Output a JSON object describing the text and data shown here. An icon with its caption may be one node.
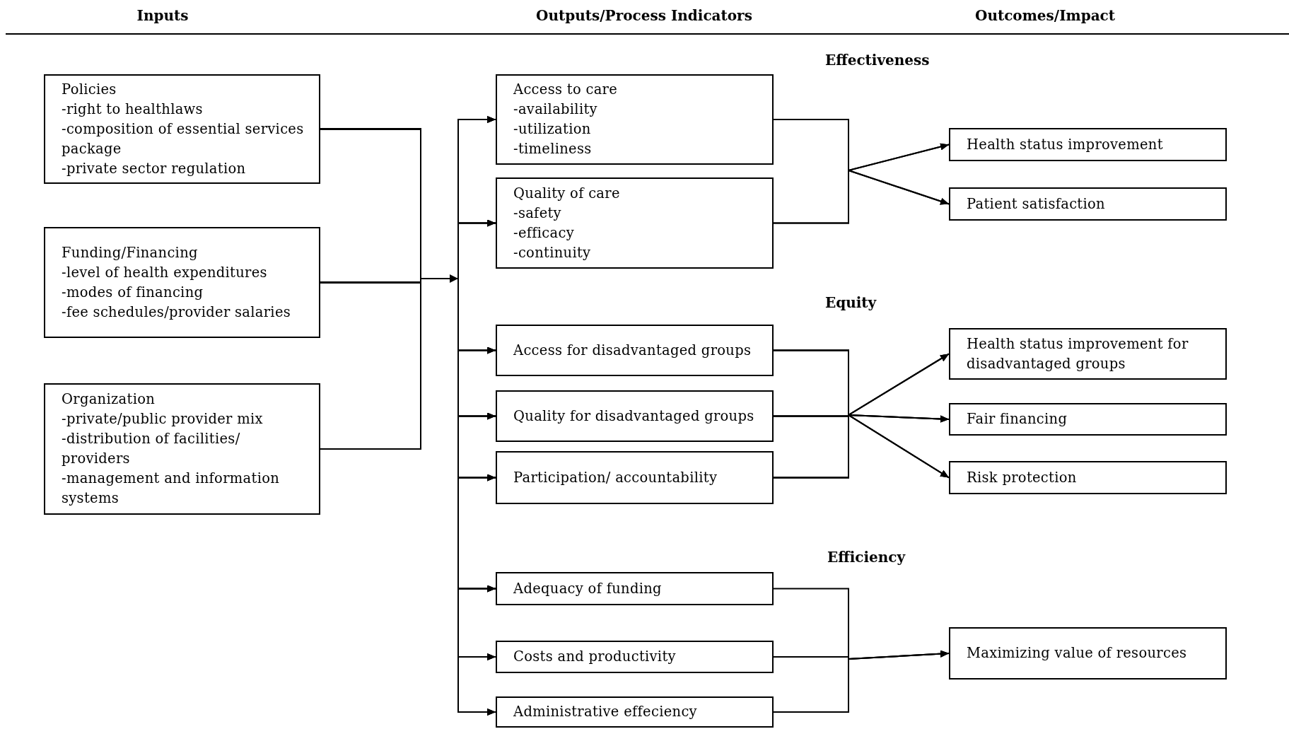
{
  "diagram": {
    "nodes": [
      {
        "text": [
          "Policies",
          "-right to healthlaws",
          "-composition of essential services package",
          "-private sector regulation"
        ]
      },
      {
        "text": [
          "Funding/Financing",
          "-level of health expenditures",
          "-modes of financing",
          "-fee schedules/provider salaries"
        ]
      },
      {
        "text": [
          "Organization",
          "-private/public provider mix",
          "-distribution of facilities/ providers",
          "-management and information systems"
        ]
      },
      {
        "text": [
          "Access to care",
          "-availability",
          "-utilization",
          "-timeliness"
        ]
      },
      {
        "text": [
          "Quality of care",
          "-safety",
          "-efficacy",
          "-continuity"
        ]
      },
      {
        "text": [
          "Access for disadvantaged groups"
        ]
      },
      {
        "text": [
          "Quality for disadvantaged groups"
        ]
      },
      {
        "text": [
          "Participation/ accountability"
        ]
      },
      {
        "text": [
          "Adequacy of funding"
        ]
      },
      {
        "text": [
          "Costs and productivity"
        ]
      },
      {
        "text": [
          "Administrative effeciency"
        ]
      },
      {
        "text": [
          "Health status improvement"
        ]
      },
      {
        "text": [
          "Patient satisfaction"
        ]
      },
      {
        "text": [
          "Health status improvement for disadvantaged groups"
        ]
      },
      {
        "text": [
          "Fair financing"
        ]
      },
      {
        "text": [
          "Risk protection"
        ]
      },
      {
        "text": [
          "Maximizing value of resources"
        ]
      }
    ],
    "edges": [
      {
        "from": 0,
        "to": 3,
        "arrow": "to"
      },
      {
        "from": 0,
        "to": 4,
        "arrow": "to"
      },
      {
        "from": 0,
        "to": 5,
        "arrow": "to"
      },
      {
        "from": 0,
        "to": 6,
        "arrow": "to"
      },
      {
        "from": 0,
        "to": 7,
        "arrow": "to"
      },
      {
        "from": 0,
        "to": 8,
        "arrow": "to"
      },
      {
        "from": 0,
        "to": 9,
        "arrow": "to"
      },
      {
        "from": 0,
        "to": 10,
        "arrow": "to"
      },
      {
        "from": 1,
        "to": 3,
        "arrow": "to"
      },
      {
        "from": 1,
        "to": 4,
        "arrow": "to"
      },
      {
        "from": 1,
        "to": 5,
        "arrow": "to"
      },
      {
        "from": 1,
        "to": 6,
        "arrow": "to"
      },
      {
        "from": 1,
        "to": 7,
        "arrow": "to"
      },
      {
        "from": 1,
        "to": 8,
        "arrow": "to"
      },
      {
        "from": 1,
        "to": 9,
        "arrow": "to"
      },
      {
        "from": 1,
        "to": 10,
        "arrow": "to"
      },
      {
        "from": 2,
        "to": 3,
        "arrow": "to"
      },
      {
        "from": 2,
        "to": 4,
        "arrow": "to"
      },
      {
        "from": 2,
        "to": 5,
        "arrow": "to"
      },
      {
        "from": 2,
        "to": 6,
        "arrow": "to"
      },
      {
        "from": 2,
        "to": 7,
        "arrow": "to"
      },
      {
        "from": 2,
        "to": 8,
        "arrow": "to"
      },
      {
        "from": 2,
        "to": 9,
        "arrow": "to"
      },
      {
        "from": 2,
        "to": 10,
        "arrow": "to"
      },
      {
        "from": 3,
        "to": 11,
        "arrow": "to"
      },
      {
        "from": 3,
        "to": 12,
        "arrow": "to"
      },
      {
        "from": 4,
        "to": 11,
        "arrow": "to"
      },
      {
        "from": 4,
        "to": 12,
        "arrow": "to"
      },
      {
        "from": 5,
        "to": 13,
        "arrow": "to"
      },
      {
        "from": 5,
        "to": 14,
        "arrow": "to"
      },
      {
        "from": 5,
        "to": 15,
        "arrow": "to"
      },
      {
        "from": 6,
        "to": 13,
        "arrow": "to"
      },
      {
        "from": 6,
        "to": 14,
        "arrow": "to"
      },
      {
        "from": 6,
        "to": 15,
        "arrow": "to"
      },
      {
        "from": 7,
        "to": 13,
        "arrow": "to"
      },
      {
        "from": 7,
        "to": 14,
        "arrow": "to"
      },
      {
        "from": 7,
        "to": 15,
        "arrow": "to"
      },
      {
        "from": 8,
        "to": 16,
        "arrow": "to"
      },
      {
        "from": 9,
        "to": 16,
        "arrow": "to"
      },
      {
        "from": 10,
        "to": 16,
        "arrow": "to"
      }
    ],
    "labels": [
      "Inputs",
      "Outputs/Process Indicators",
      "Outcomes/Impact",
      "Effectiveness",
      "Equity",
      "Efficiency"
    ]
  }
}
